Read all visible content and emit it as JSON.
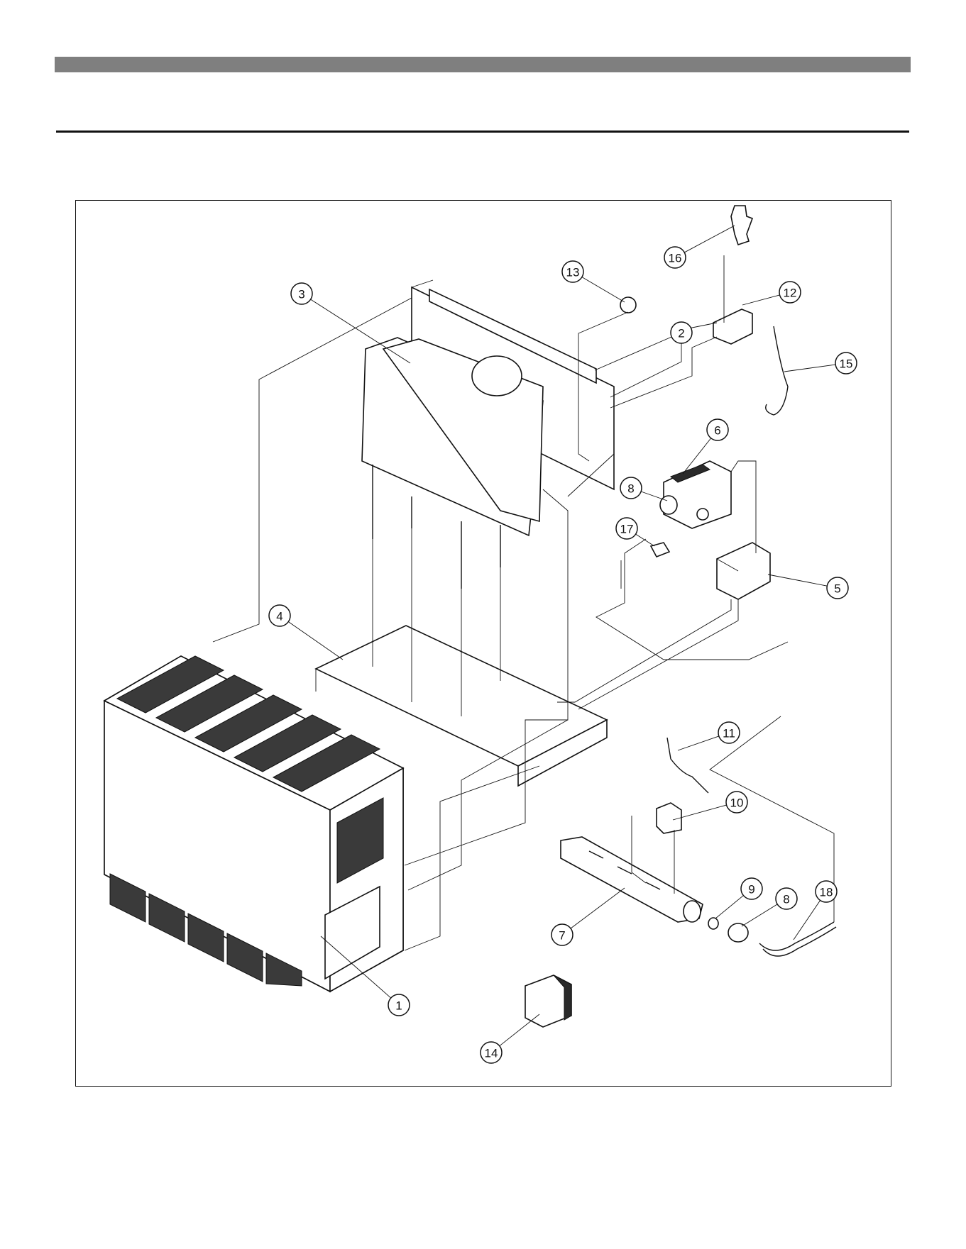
{
  "callouts": [
    {
      "id": "c1",
      "label": "1"
    },
    {
      "id": "c2",
      "label": "2"
    },
    {
      "id": "c3",
      "label": "3"
    },
    {
      "id": "c4",
      "label": "4"
    },
    {
      "id": "c5",
      "label": "5"
    },
    {
      "id": "c6",
      "label": "6"
    },
    {
      "id": "c7",
      "label": "7"
    },
    {
      "id": "c8a",
      "label": "8"
    },
    {
      "id": "c8b",
      "label": "8"
    },
    {
      "id": "c9",
      "label": "9"
    },
    {
      "id": "c10",
      "label": "10"
    },
    {
      "id": "c11",
      "label": "11"
    },
    {
      "id": "c12",
      "label": "12"
    },
    {
      "id": "c13",
      "label": "13"
    },
    {
      "id": "c14",
      "label": "14"
    },
    {
      "id": "c15",
      "label": "15"
    },
    {
      "id": "c16",
      "label": "16"
    },
    {
      "id": "c17",
      "label": "17"
    },
    {
      "id": "c18",
      "label": "18"
    }
  ],
  "colors": {
    "header_bar": "#7f7f7f",
    "line": "#111111",
    "background": "#ffffff"
  }
}
